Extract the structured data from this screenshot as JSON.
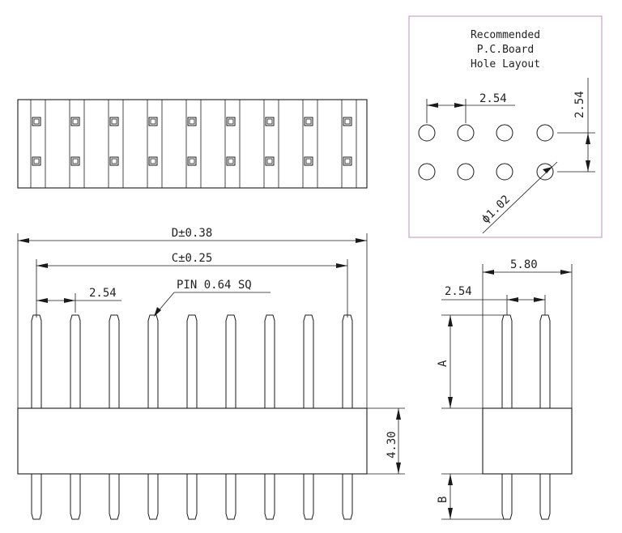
{
  "hole_layout": {
    "title_lines": [
      "Recommended",
      "P.C.Board",
      "Hole Layout"
    ],
    "pitch_x": "2.54",
    "pitch_y": "2.54",
    "hole_diameter": "ϕ1.02",
    "frame_color": "#c7a3c7"
  },
  "front_view": {
    "overall_length": "D±0.38",
    "pin_span": "C±0.25",
    "pitch": "2.54",
    "pin_note": "PIN 0.64 SQ",
    "body_height": "4.30",
    "pin_count": 9
  },
  "side_view": {
    "width": "5.80",
    "pitch": "2.54",
    "upper_pin_length": "A",
    "lower_pin_length": "B"
  },
  "top_view": {
    "columns": 9,
    "rows": 2
  }
}
